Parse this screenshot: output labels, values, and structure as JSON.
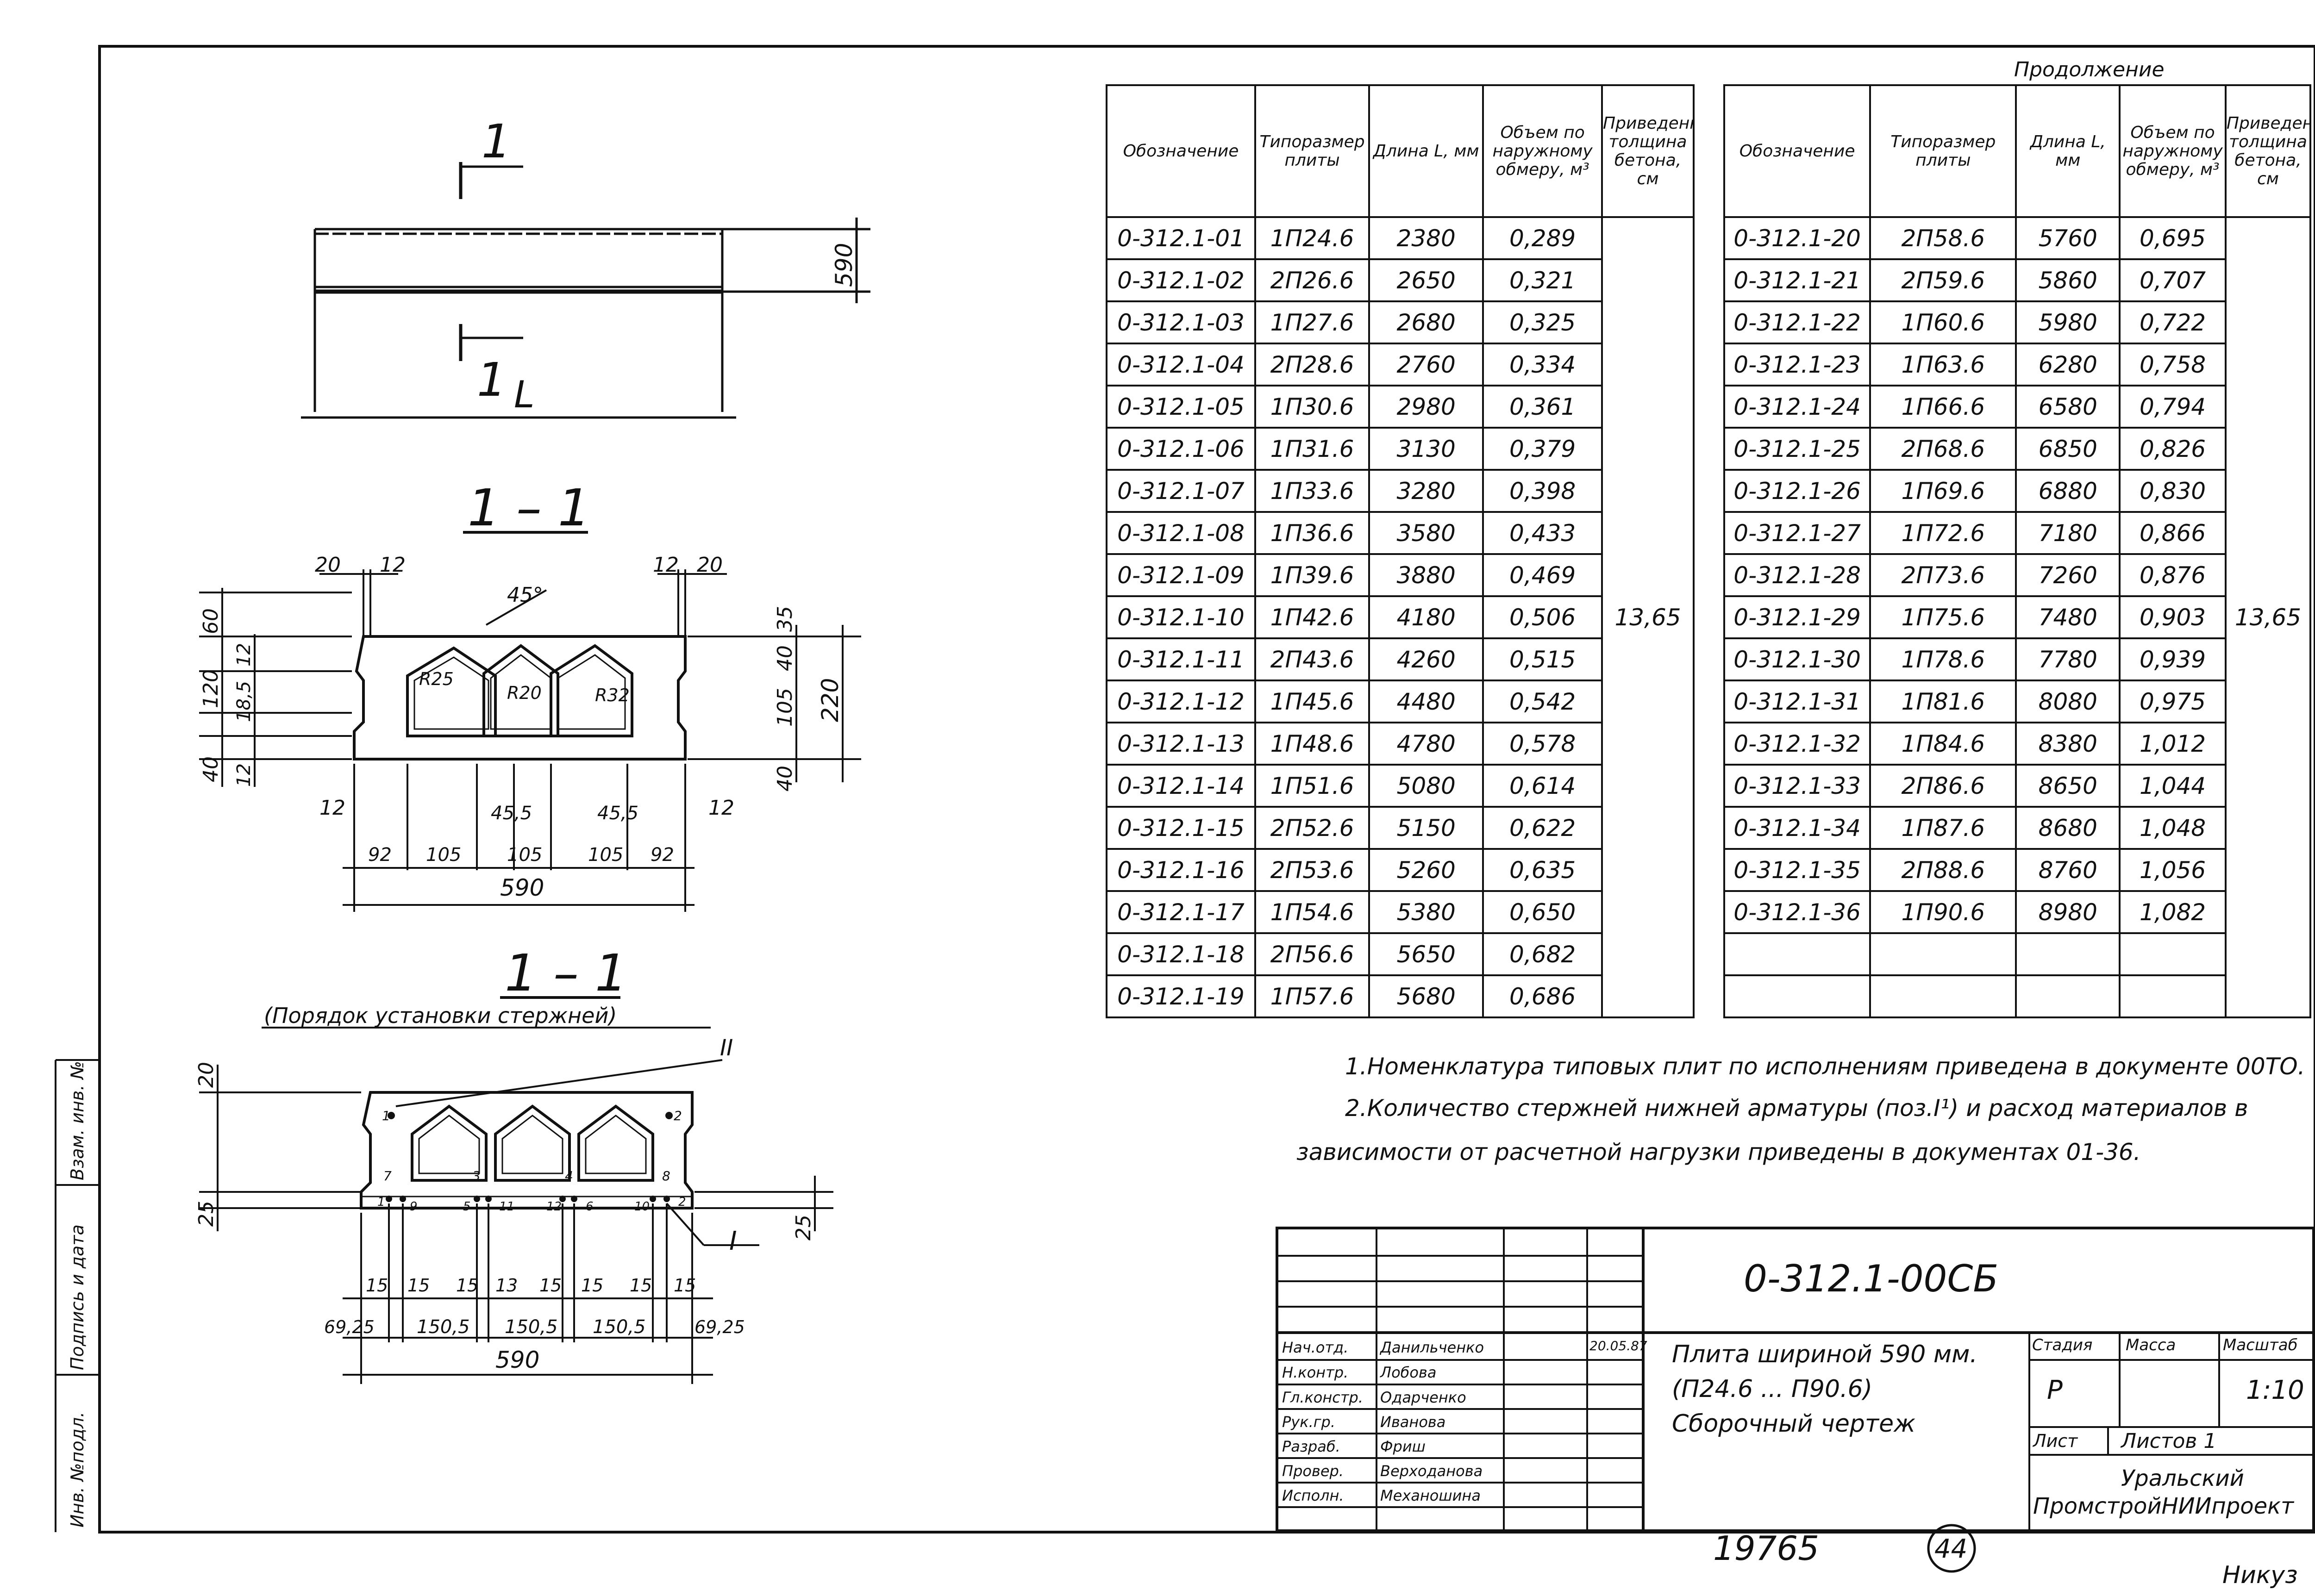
{
  "sheet": {
    "continuation_label": "Продолжение",
    "bottom_number": "19765",
    "page_circle": "44",
    "bottom_signature": "Никуз",
    "side_stamp": [
      "Инв. №подл.",
      "Подпись и дата",
      "Взам. инв. №"
    ]
  },
  "plan_view": {
    "section_mark_top": "1",
    "section_mark_bottom": "1",
    "width_dim": "590",
    "length_label": "L"
  },
  "section_1": {
    "title": "1 – 1",
    "dims": {
      "top_left_20": "20",
      "top_left_12": "12",
      "top_right_12": "12",
      "top_right_20": "20",
      "angle": "45°",
      "left_60": "60",
      "left_12a": "12",
      "left_120": "120",
      "left_18_5": "18,5",
      "left_40": "40",
      "left_12b": "12",
      "right_35": "35",
      "right_40a": "40",
      "right_105": "105",
      "right_220": "220",
      "right_40b": "40",
      "r25": "R25",
      "r20": "R20",
      "r32": "R32",
      "bot_12_left": "12",
      "bot_12_right": "12",
      "bot_45_5_left": "45,5",
      "bot_45_5_right": "45,5",
      "b92_left": "92",
      "b105_1": "105",
      "b105_2": "105",
      "b105_3": "105",
      "b92_right": "92",
      "total": "590"
    }
  },
  "section_2": {
    "title": "1 – 1",
    "subtitle": "(Порядок установки стержней)",
    "dims": {
      "mark_II": "II",
      "mark_I": "I",
      "left_20": "20",
      "left_25": "25",
      "right_25": "25",
      "b15_1": "15",
      "b15_2": "15",
      "b15_3": "15",
      "b13_1": "13",
      "b15_4": "15",
      "b15_5": "15",
      "b15_6": "15",
      "b15_7": "15",
      "b69_left": "69,25",
      "b150_1": "150,5",
      "b150_2": "150,5",
      "b150_3": "150,5",
      "b69_right": "69,25",
      "total": "590"
    },
    "bar_numbers": [
      "1",
      "2",
      "7",
      "3",
      "4",
      "8",
      "1",
      "9",
      "5",
      "11",
      "12",
      "6",
      "10",
      "2"
    ]
  },
  "table_headers": [
    "Обозначение",
    "Типоразмер плиты",
    "Длина L, мм",
    "Объем по наружному обмеру, м³",
    "Приведенная толщина бетона, см"
  ],
  "table_left": {
    "rows": [
      [
        "0-312.1-01",
        "1П24.6",
        "2380",
        "0,289"
      ],
      [
        "0-312.1-02",
        "2П26.6",
        "2650",
        "0,321"
      ],
      [
        "0-312.1-03",
        "1П27.6",
        "2680",
        "0,325"
      ],
      [
        "0-312.1-04",
        "2П28.6",
        "2760",
        "0,334"
      ],
      [
        "0-312.1-05",
        "1П30.6",
        "2980",
        "0,361"
      ],
      [
        "0-312.1-06",
        "1П31.6",
        "3130",
        "0,379"
      ],
      [
        "0-312.1-07",
        "1П33.6",
        "3280",
        "0,398"
      ],
      [
        "0-312.1-08",
        "1П36.6",
        "3580",
        "0,433"
      ],
      [
        "0-312.1-09",
        "1П39.6",
        "3880",
        "0,469"
      ],
      [
        "0-312.1-10",
        "1П42.6",
        "4180",
        "0,506"
      ],
      [
        "0-312.1-11",
        "2П43.6",
        "4260",
        "0,515"
      ],
      [
        "0-312.1-12",
        "1П45.6",
        "4480",
        "0,542"
      ],
      [
        "0-312.1-13",
        "1П48.6",
        "4780",
        "0,578"
      ],
      [
        "0-312.1-14",
        "1П51.6",
        "5080",
        "0,614"
      ],
      [
        "0-312.1-15",
        "2П52.6",
        "5150",
        "0,622"
      ],
      [
        "0-312.1-16",
        "2П53.6",
        "5260",
        "0,635"
      ],
      [
        "0-312.1-17",
        "1П54.6",
        "5380",
        "0,650"
      ],
      [
        "0-312.1-18",
        "2П56.6",
        "5650",
        "0,682"
      ],
      [
        "0-312.1-19",
        "1П57.6",
        "5680",
        "0,686"
      ]
    ],
    "thickness": "13,65"
  },
  "table_right": {
    "rows": [
      [
        "0-312.1-20",
        "2П58.6",
        "5760",
        "0,695"
      ],
      [
        "0-312.1-21",
        "2П59.6",
        "5860",
        "0,707"
      ],
      [
        "0-312.1-22",
        "1П60.6",
        "5980",
        "0,722"
      ],
      [
        "0-312.1-23",
        "1П63.6",
        "6280",
        "0,758"
      ],
      [
        "0-312.1-24",
        "1П66.6",
        "6580",
        "0,794"
      ],
      [
        "0-312.1-25",
        "2П68.6",
        "6850",
        "0,826"
      ],
      [
        "0-312.1-26",
        "1П69.6",
        "6880",
        "0,830"
      ],
      [
        "0-312.1-27",
        "1П72.6",
        "7180",
        "0,866"
      ],
      [
        "0-312.1-28",
        "2П73.6",
        "7260",
        "0,876"
      ],
      [
        "0-312.1-29",
        "1П75.6",
        "7480",
        "0,903"
      ],
      [
        "0-312.1-30",
        "1П78.6",
        "7780",
        "0,939"
      ],
      [
        "0-312.1-31",
        "1П81.6",
        "8080",
        "0,975"
      ],
      [
        "0-312.1-32",
        "1П84.6",
        "8380",
        "1,012"
      ],
      [
        "0-312.1-33",
        "2П86.6",
        "8650",
        "1,044"
      ],
      [
        "0-312.1-34",
        "1П87.6",
        "8680",
        "1,048"
      ],
      [
        "0-312.1-35",
        "2П88.6",
        "8760",
        "1,056"
      ],
      [
        "0-312.1-36",
        "1П90.6",
        "8980",
        "1,082"
      ]
    ],
    "thickness": "13,65"
  },
  "notes": [
    "1.Номенклатура типовых плит по исполнениям приведена в документе 00ТО.",
    "2.Количество стержней нижней арматуры (поз.I¹) и расход материалов в",
    "зависимости от расчетной нагрузки приведены в документах 01-36."
  ],
  "title_block": {
    "doc_code": "0-312.1-00СБ",
    "title_lines": [
      "Плита шириной 590 мм.",
      "(П24.6 ... П90.6)",
      "Сборочный чертеж"
    ],
    "stage_label": "Стадия",
    "mass_label": "Масса",
    "scale_label": "Масштаб",
    "stage": "Р",
    "scale": "1:10",
    "sheet_label": "Лист",
    "sheets_label": "Листов 1",
    "org": [
      "Уральский",
      "ПромстройНИИпроект"
    ],
    "date": "20.05.87",
    "signers": [
      [
        "Нач.отд.",
        "Данильченко"
      ],
      [
        "Н.контр.",
        "Лобова"
      ],
      [
        "Гл.констр.",
        "Одарченко"
      ],
      [
        "Рук.гр.",
        "Иванова"
      ],
      [
        "Разраб.",
        "Фриш"
      ],
      [
        "Провер.",
        "Верходанова"
      ],
      [
        "Исполн.",
        "Механошина"
      ]
    ]
  }
}
